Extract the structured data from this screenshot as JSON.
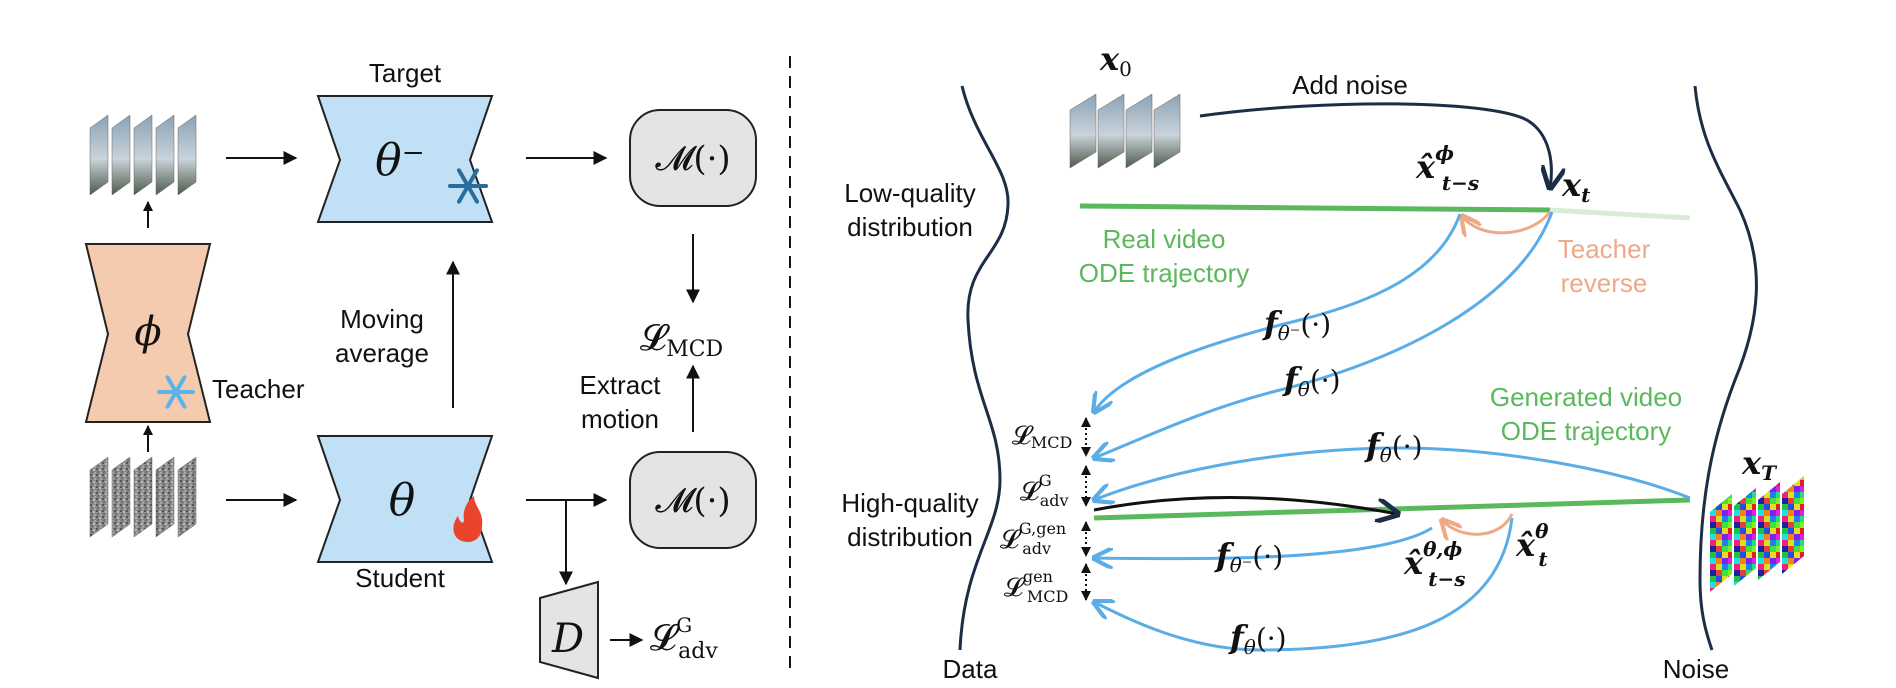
{
  "colors": {
    "network_blue": "#bfe0f5",
    "teacher_peach": "#f4cbae",
    "module_grey": "#e4e4e4",
    "trajectory_green": "#5cb85c",
    "arrow_blue": "#5aade6",
    "teacher_orange": "#eea987",
    "dark_navy": "#1c2e45"
  },
  "left": {
    "target_label": "Target",
    "target_symbol": "θ⁻",
    "teacher_symbol": "ϕ",
    "teacher_label": "Teacher",
    "student_symbol": "θ",
    "student_label": "Student",
    "moving_average_line1": "Moving",
    "moving_average_line2": "average",
    "motion_module_top": "𝓜(·)",
    "motion_module_bottom": "𝓜(·)",
    "extract_motion_line1": "Extract",
    "extract_motion_line2": "motion",
    "loss_mcd": "𝓛",
    "loss_mcd_sub": "MCD",
    "discriminator_symbol": "D",
    "loss_adv": "𝓛",
    "loss_adv_sup": "G",
    "loss_adv_sub": "adv",
    "icons": [
      "snowflake-icon",
      "snowflake-icon",
      "fire-icon"
    ]
  },
  "right": {
    "x0": "x",
    "x0_sub": "0",
    "add_noise": "Add noise",
    "xt": "x",
    "xt_sub": "t",
    "xhat_phi": "x̂",
    "xhat_phi_sup": "ϕ",
    "xhat_phi_sub": "t−s",
    "low_quality_line1": "Low-quality",
    "low_quality_line2": "distribution",
    "high_quality_line1": "High-quality",
    "high_quality_line2": "distribution",
    "real_video_line1": "Real video",
    "real_video_line2": "ODE trajectory",
    "teacher_reverse_line1": "Teacher",
    "teacher_reverse_line2": "reverse",
    "f_theta_minus_top": "f",
    "f_theta_minus_top_sub": "θ⁻",
    "f_theta_minus_top_arg": "(·)",
    "f_theta_top": "f",
    "f_theta_top_sub": "θ",
    "f_theta_top_arg": "(·)",
    "generated_video_line1": "Generated video",
    "generated_video_line2": "ODE trajectory",
    "f_theta_mid": "f",
    "f_theta_mid_sub": "θ",
    "f_theta_mid_arg": "(·)",
    "f_theta_minus_bottom": "f",
    "f_theta_minus_bottom_sub": "θ⁻",
    "f_theta_minus_bottom_arg": "(·)",
    "f_theta_bottom": "f",
    "f_theta_bottom_sub": "θ",
    "f_theta_bottom_arg": "(·)",
    "xT": "x",
    "xT_sub": "T",
    "xhat_theta_t": "x̂",
    "xhat_theta_t_sup": "θ",
    "xhat_theta_t_sub": "t",
    "xhat_theta_phi": "x̂",
    "xhat_theta_phi_sup": "θ,ϕ",
    "xhat_theta_phi_sub": "t−s",
    "loss_mcd": "𝓛",
    "loss_mcd_sub": "MCD",
    "loss_adv_g": "𝓛",
    "loss_adv_g_sup": "G",
    "loss_adv_g_sub": "adv",
    "loss_adv_g_gen": "𝓛",
    "loss_adv_g_gen_sup": "G,gen",
    "loss_adv_g_gen_sub": "adv",
    "loss_mcd_gen": "𝓛",
    "loss_mcd_gen_sup": "gen",
    "loss_mcd_gen_sub": "MCD",
    "data_label": "Data",
    "noise_label": "Noise"
  }
}
